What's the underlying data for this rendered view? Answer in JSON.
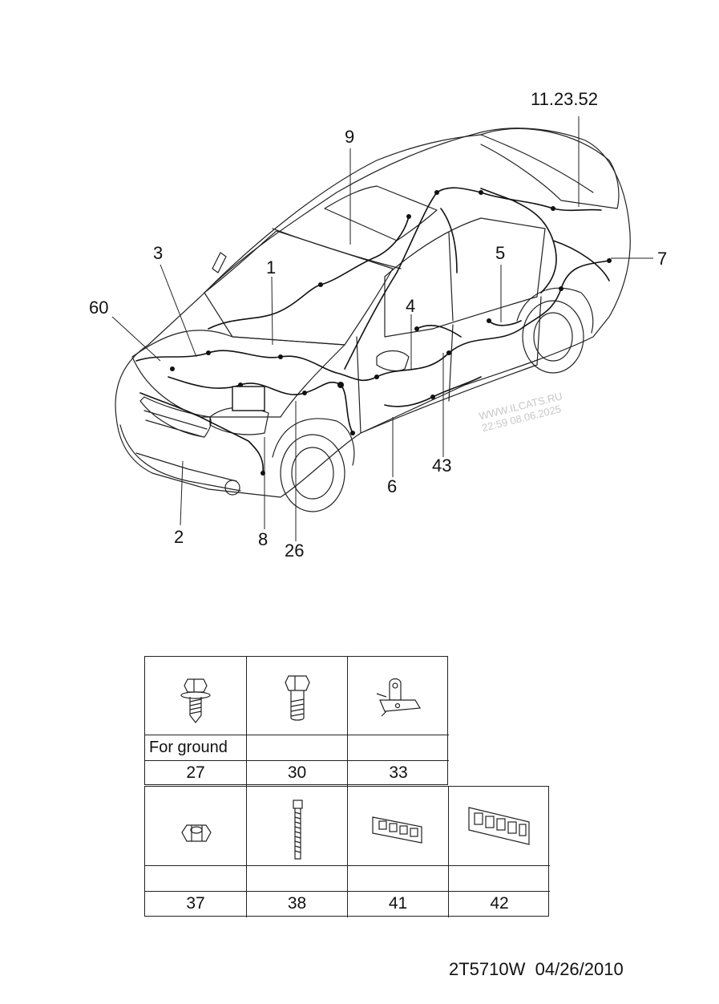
{
  "diagram": {
    "callouts": {
      "c_11_23_52": "11.23.52",
      "c_9": "9",
      "c_3": "3",
      "c_1": "1",
      "c_60": "60",
      "c_5": "5",
      "c_7": "7",
      "c_4": "4",
      "c_43": "43",
      "c_6": "6",
      "c_2": "2",
      "c_8": "8",
      "c_26": "26"
    },
    "watermark": {
      "line1": "WWW.ILCATS.RU",
      "line2": "22:59 08.06.2025"
    }
  },
  "parts_table": {
    "row1": [
      {
        "icon": "flange-bolt-with-washer-icon",
        "note": "For ground",
        "number": "27"
      },
      {
        "icon": "hex-bolt-icon",
        "note": "",
        "number": "30"
      },
      {
        "icon": "ground-bracket-icon",
        "note": "",
        "number": "33"
      }
    ],
    "row2": [
      {
        "icon": "hex-nut-icon",
        "note": "",
        "number": "37"
      },
      {
        "icon": "cable-tie-icon",
        "note": "",
        "number": "38"
      },
      {
        "icon": "connector-block-4-icon",
        "note": "",
        "number": "41"
      },
      {
        "icon": "connector-block-5-icon",
        "note": "",
        "number": "42"
      }
    ]
  },
  "footer": {
    "code": "2T5710W  04/26/2010"
  }
}
